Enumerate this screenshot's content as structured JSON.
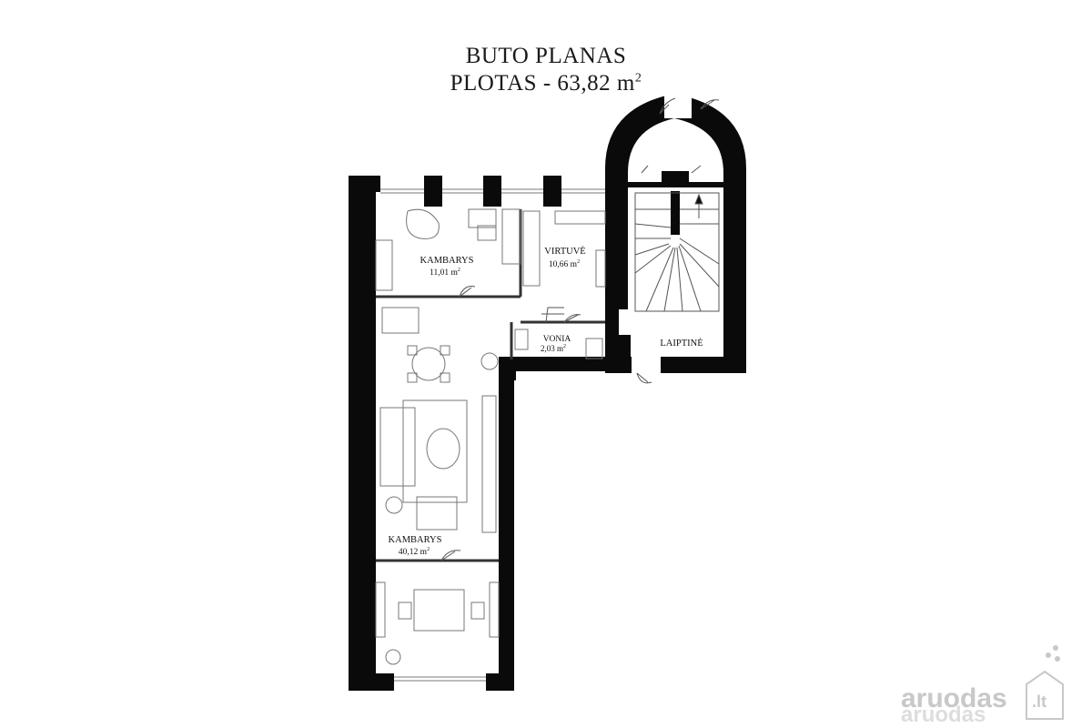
{
  "header": {
    "title": "BUTO PLANAS",
    "area_label": "PLOTAS - 63,82 m",
    "area_sup": "2"
  },
  "rooms": [
    {
      "name": "KAMBARYS",
      "area": "11,01 m",
      "sup": "2"
    },
    {
      "name": "VIRTUVĖ",
      "area": "10,66 m",
      "sup": "2"
    },
    {
      "name": "VONIA",
      "area": "2,03 m",
      "sup": "2"
    },
    {
      "name": "LAIPTINĖ"
    },
    {
      "name": "KAMBARYS",
      "area": "40,12 m",
      "sup": "2"
    }
  ],
  "watermark": {
    "text": "aruodas",
    "suffix": ".lt"
  },
  "colors": {
    "wall": "#0a0a0a",
    "line": "#555555",
    "furniture": "#8a8a8a",
    "watermark": "#c8c8c8"
  }
}
